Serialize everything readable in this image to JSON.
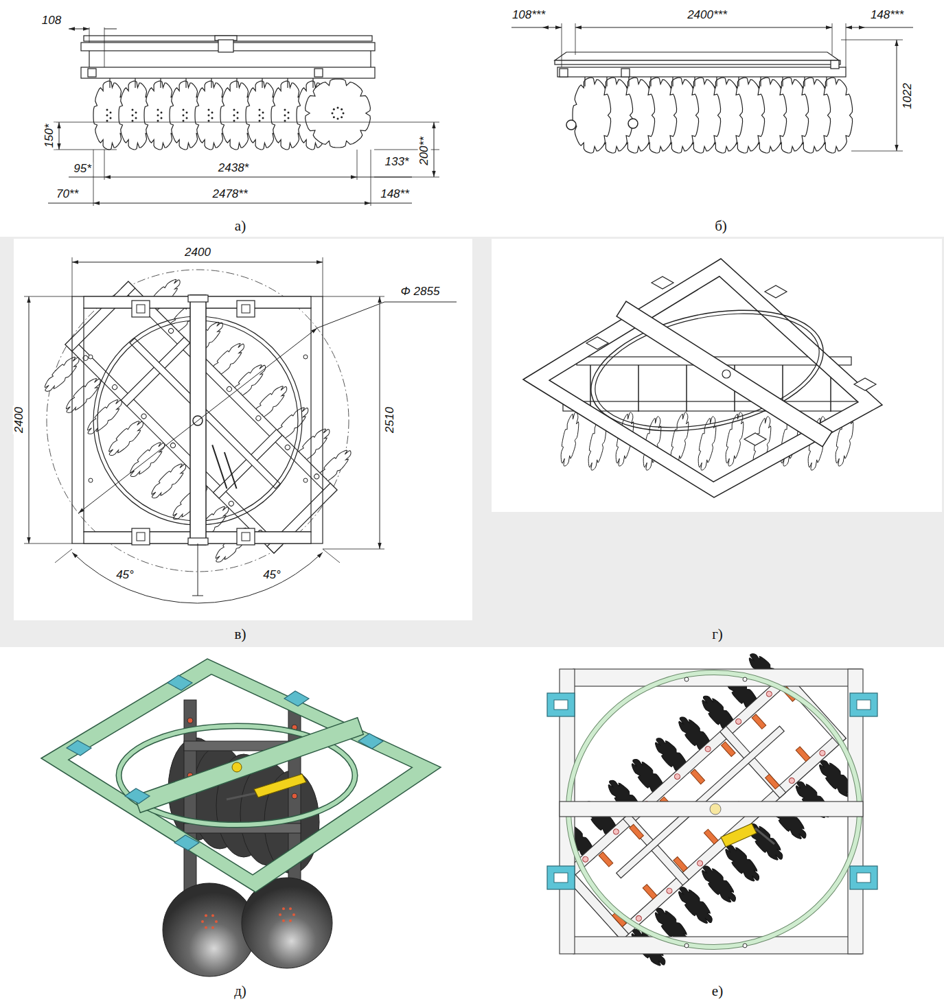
{
  "diagram": {
    "labels": [
      "108",
      "150*",
      "95*",
      "2438*",
      "133*",
      "200**",
      "70**",
      "2478**",
      "148**",
      "а)",
      "108***",
      "2400***",
      "148***",
      "1022",
      "б)",
      "2400",
      "Φ 2855",
      "2400",
      "2510",
      "45°",
      "45°",
      "в)",
      "г)",
      "д)",
      "е)"
    ]
  }
}
